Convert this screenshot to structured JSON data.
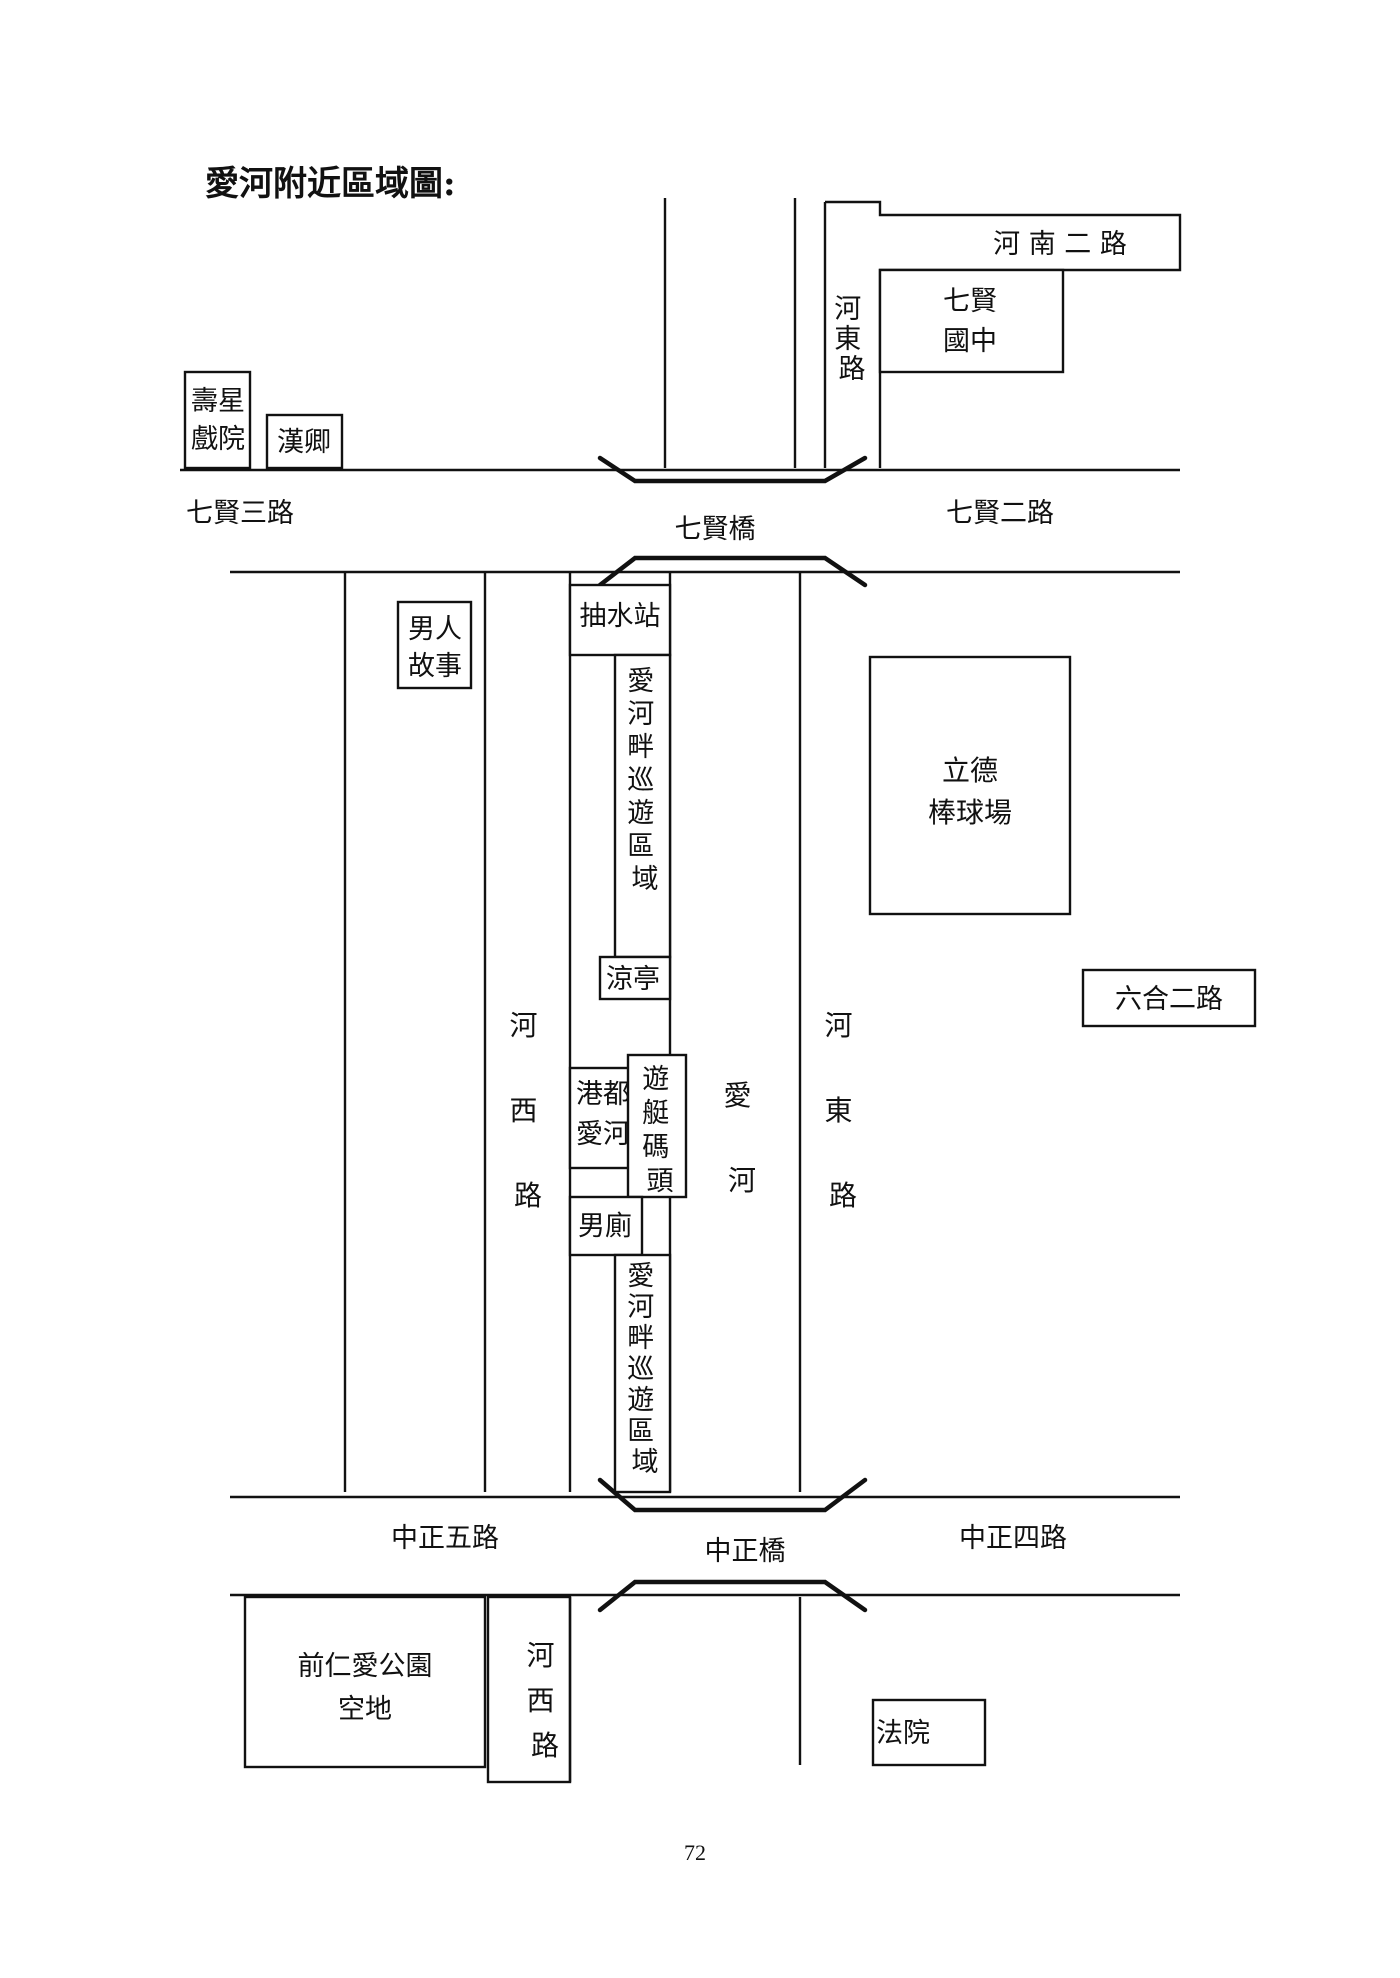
{
  "title": "愛河附近區域圖:",
  "page_number": "72",
  "roads": {
    "henan2": "河 南 二 路",
    "hedong_north": "河東路",
    "qixian3": "七賢三路",
    "qixian2": "七賢二路",
    "hexi_main": "河西路",
    "hedong_main": "河東路",
    "river": "愛河",
    "zhongzheng5": "中正五路",
    "zhongzheng4": "中正四路",
    "hexi_south": "河西路",
    "liuhe2": "六合二路"
  },
  "bridges": {
    "qixian": "七賢橋",
    "zhongzheng": "中正橋"
  },
  "places": {
    "qixian_school": [
      "七賢",
      "國中"
    ],
    "shouxing": [
      "壽星",
      "戲院"
    ],
    "hanqing": "漢卿",
    "men_story": [
      "男人",
      "故事"
    ],
    "pump_station": "抽水站",
    "cruise_area_1": "愛河畔巡遊區域",
    "pavilion": "涼亭",
    "gangdu": [
      "港都",
      "愛河"
    ],
    "yacht_pier": "遊艇碼頭",
    "mens_toilet": "男廁",
    "cruise_area_2": "愛河畔巡遊區域",
    "lide": [
      "立德",
      "棒球場"
    ],
    "park": [
      "前仁愛公園",
      "空地"
    ],
    "court": "法院"
  }
}
